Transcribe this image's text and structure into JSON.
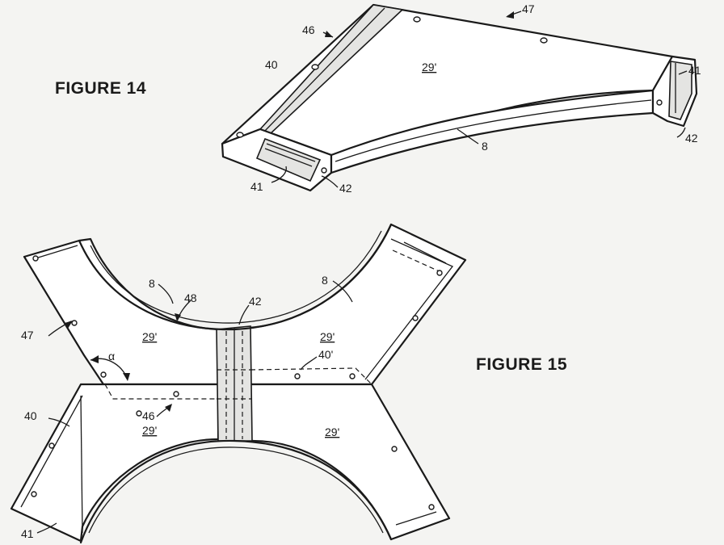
{
  "figure14": {
    "title": "FIGURE 14",
    "labels": {
      "l47": "47",
      "l46": "46",
      "l40": "40",
      "l29": "29'",
      "l41a": "41",
      "l41b": "41",
      "l42a": "42",
      "l42b": "42",
      "l8": "8"
    }
  },
  "figure15": {
    "title": "FIGURE 15",
    "labels": {
      "l8a": "8",
      "l8b": "8",
      "l48": "48",
      "l42": "42",
      "l47": "47",
      "l29a": "29'",
      "l29b": "29'",
      "l29c": "29'",
      "l29d": "29'",
      "l40a": "40'",
      "l40b": "40",
      "alpha": "α",
      "l46": "46",
      "l41": "41"
    }
  }
}
